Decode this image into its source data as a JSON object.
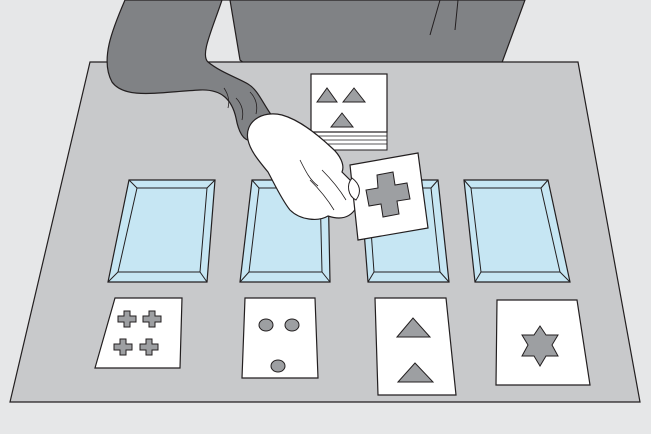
{
  "scene": {
    "description_free": true,
    "tray_count": 4,
    "reference_cards": [
      {
        "shape": "cross",
        "count": 4
      },
      {
        "shape": "circle",
        "count": 3
      },
      {
        "shape": "triangle",
        "count": 2
      },
      {
        "shape": "star",
        "count": 1
      }
    ],
    "held_card": {
      "shape": "cross",
      "count": 1
    },
    "deck_top_card": {
      "shape": "triangle",
      "count": 3
    }
  },
  "colors": {
    "background": "#e6e7e8",
    "table": "#c8c9cb",
    "tray": "#c6e6f3",
    "shape_fill": "#9d9fa2",
    "sleeve": "#808285",
    "outline": "#231f20"
  }
}
